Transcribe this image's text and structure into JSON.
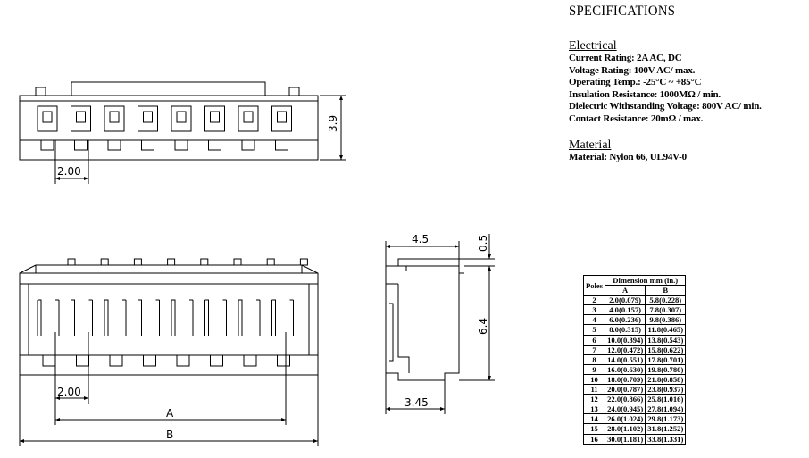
{
  "specifications": {
    "title": "SPECIFICATIONS",
    "electrical_heading": "Electrical",
    "electrical_lines": [
      "Current Rating: 2A AC, DC",
      "Voltage Rating: 100V AC/ max.",
      "Operating Temp.: -25°C ~ +85°C",
      "Insulation Resistance: 1000MΩ / min.",
      "Dielectric Withstanding Voltage: 800V AC/ min.",
      "Contact Resistance: 20mΩ / max."
    ],
    "material_heading": "Material",
    "material_lines": [
      "Material: Nylon 66, UL94V-0"
    ]
  },
  "dimensions": {
    "top_height": "3.9",
    "top_pitch": "2.00",
    "front_pitch": "2.00",
    "front_A": "A",
    "front_B": "B",
    "side_width": "4.5",
    "side_top": "0.5",
    "side_height": "6.4",
    "side_base": "3.45"
  },
  "table": {
    "header_group": "Dimension mm (in.)",
    "col_poles": "Poles",
    "col_a": "A",
    "col_b": "B",
    "rows": [
      [
        "2",
        "2.0(0.079)",
        "5.8(0.228)"
      ],
      [
        "3",
        "4.0(0.157)",
        "7.8(0.307)"
      ],
      [
        "4",
        "6.0(0.236)",
        "9.8(0.386)"
      ],
      [
        "5",
        "8.0(0.315)",
        "11.8(0.465)"
      ],
      [
        "6",
        "10.0(0.394)",
        "13.8(0.543)"
      ],
      [
        "7",
        "12.0(0.472)",
        "15.8(0.622)"
      ],
      [
        "8",
        "14.0(0.551)",
        "17.8(0.701)"
      ],
      [
        "9",
        "16.0(0.630)",
        "19.8(0.780)"
      ],
      [
        "10",
        "18.0(0.709)",
        "21.8(0.858)"
      ],
      [
        "11",
        "20.0(0.787)",
        "23.8(0.937)"
      ],
      [
        "12",
        "22.0(0.866)",
        "25.8(1.016)"
      ],
      [
        "13",
        "24.0(0.945)",
        "27.8(1.094)"
      ],
      [
        "14",
        "26.0(1.024)",
        "29.8(1.173)"
      ],
      [
        "15",
        "28.0(1.102)",
        "31.8(1.252)"
      ],
      [
        "16",
        "30.0(1.181)",
        "33.8(1.331)"
      ]
    ]
  }
}
